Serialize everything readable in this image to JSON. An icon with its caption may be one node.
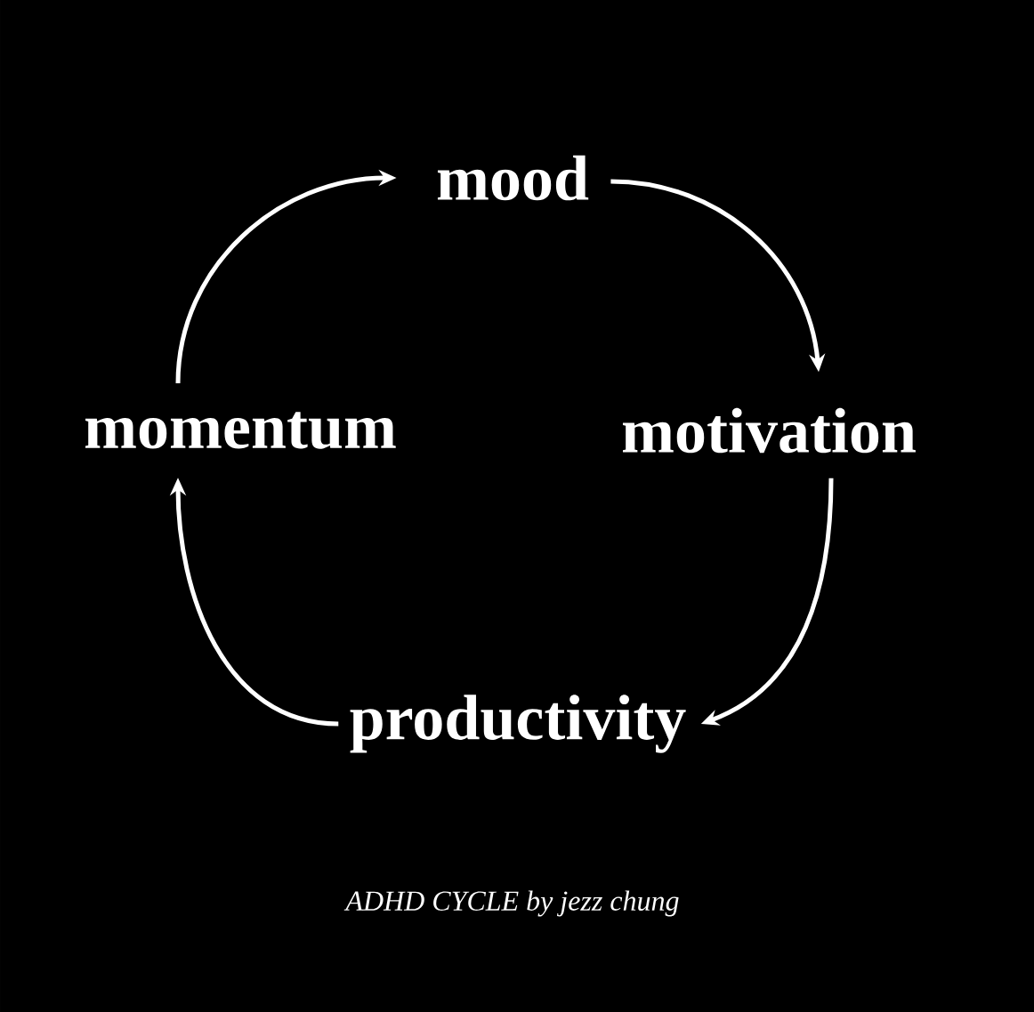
{
  "diagram": {
    "caption": "ADHD CYCLE by jezz chung",
    "nodes": [
      {
        "text": [
          "mood"
        ]
      },
      {
        "text": [
          "motivation"
        ]
      },
      {
        "text": [
          "productivity"
        ]
      },
      {
        "text": [
          "momentum"
        ]
      }
    ],
    "edges": [
      {
        "from": 0,
        "to": 1,
        "arrow": "to"
      },
      {
        "from": 1,
        "to": 2,
        "arrow": "to"
      },
      {
        "from": 2,
        "to": 3,
        "arrow": "to"
      },
      {
        "from": 3,
        "to": 0,
        "arrow": "to"
      }
    ]
  }
}
